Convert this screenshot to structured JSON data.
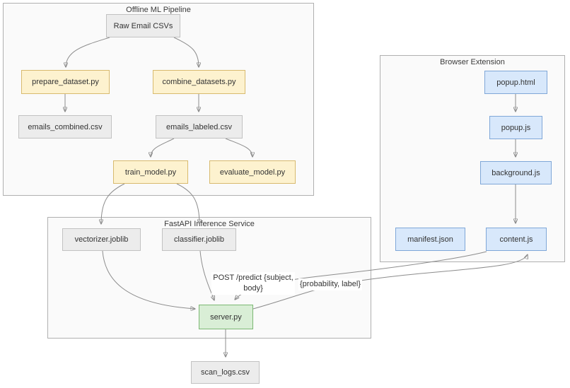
{
  "clusters": {
    "offline": {
      "title": "Offline ML Pipeline"
    },
    "extension": {
      "title": "Browser Extension"
    },
    "fastapi": {
      "title": "FastAPI Inference Service"
    }
  },
  "nodes": {
    "raw_email_csvs": {
      "label": "Raw Email CSVs",
      "type": "data"
    },
    "prepare_dataset": {
      "label": "prepare_dataset.py",
      "type": "script"
    },
    "combine_datasets": {
      "label": "combine_datasets.py",
      "type": "script"
    },
    "emails_combined": {
      "label": "emails_combined.csv",
      "type": "data"
    },
    "emails_labeled": {
      "label": "emails_labeled.csv",
      "type": "data"
    },
    "train_model": {
      "label": "train_model.py",
      "type": "script"
    },
    "evaluate_model": {
      "label": "evaluate_model.py",
      "type": "script"
    },
    "vectorizer_joblib": {
      "label": "vectorizer.joblib",
      "type": "data"
    },
    "classifier_joblib": {
      "label": "classifier.joblib",
      "type": "data"
    },
    "server_py": {
      "label": "server.py",
      "type": "server"
    },
    "scan_logs": {
      "label": "scan_logs.csv",
      "type": "data"
    },
    "popup_html": {
      "label": "popup.html",
      "type": "extension"
    },
    "popup_js": {
      "label": "popup.js",
      "type": "extension"
    },
    "background_js": {
      "label": "background.js",
      "type": "extension"
    },
    "manifest_json": {
      "label": "manifest.json",
      "type": "extension"
    },
    "content_js": {
      "label": "content.js",
      "type": "extension"
    }
  },
  "edge_labels": {
    "post_line1": "POST /predict {subject,",
    "post_line2": "body}",
    "response": "{probability, label}"
  },
  "edges": [
    {
      "from": "raw_email_csvs",
      "to": "prepare_dataset"
    },
    {
      "from": "raw_email_csvs",
      "to": "combine_datasets"
    },
    {
      "from": "prepare_dataset",
      "to": "emails_combined"
    },
    {
      "from": "combine_datasets",
      "to": "emails_labeled"
    },
    {
      "from": "emails_labeled",
      "to": "train_model"
    },
    {
      "from": "emails_labeled",
      "to": "evaluate_model"
    },
    {
      "from": "train_model",
      "to": "vectorizer_joblib"
    },
    {
      "from": "train_model",
      "to": "classifier_joblib"
    },
    {
      "from": "vectorizer_joblib",
      "to": "server_py"
    },
    {
      "from": "classifier_joblib",
      "to": "server_py"
    },
    {
      "from": "content_js",
      "to": "server_py",
      "label": "POST /predict {subject, body}"
    },
    {
      "from": "server_py",
      "to": "content_js",
      "label": "{probability, label}"
    },
    {
      "from": "server_py",
      "to": "scan_logs"
    },
    {
      "from": "popup_html",
      "to": "popup_js"
    },
    {
      "from": "popup_js",
      "to": "background_js"
    },
    {
      "from": "background_js",
      "to": "content_js"
    }
  ],
  "colors": {
    "script_fill": "#fdf2cf",
    "script_border": "#d8ba6e",
    "data_fill": "#ececec",
    "data_border": "#c2c2c2",
    "extension_fill": "#d8e8fb",
    "extension_border": "#7fa7d8",
    "server_fill": "#d9eed6",
    "server_border": "#7cb873",
    "cluster_fill": "#fafafa",
    "cluster_border": "#b0b0b0",
    "edge": "#8c8c8c",
    "text": "#333333"
  }
}
